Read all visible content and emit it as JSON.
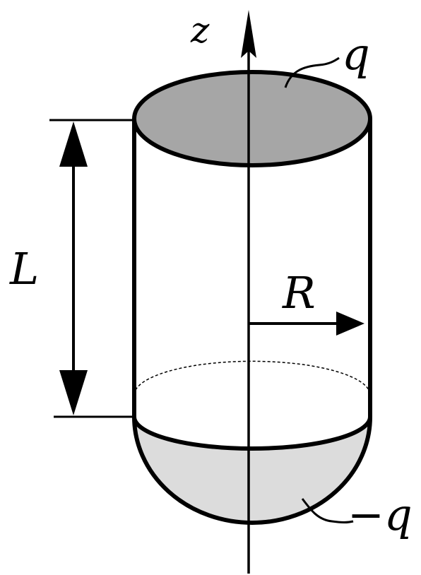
{
  "labels": {
    "z_axis": "z",
    "top_charge": "q",
    "bottom_charge": "−q",
    "length": "L",
    "radius": "R"
  },
  "colors": {
    "stroke": "#000000",
    "top_cap_fill": "#a6a6a6",
    "hemisphere_fill": "#dcdcdc",
    "background": "#ffffff"
  }
}
